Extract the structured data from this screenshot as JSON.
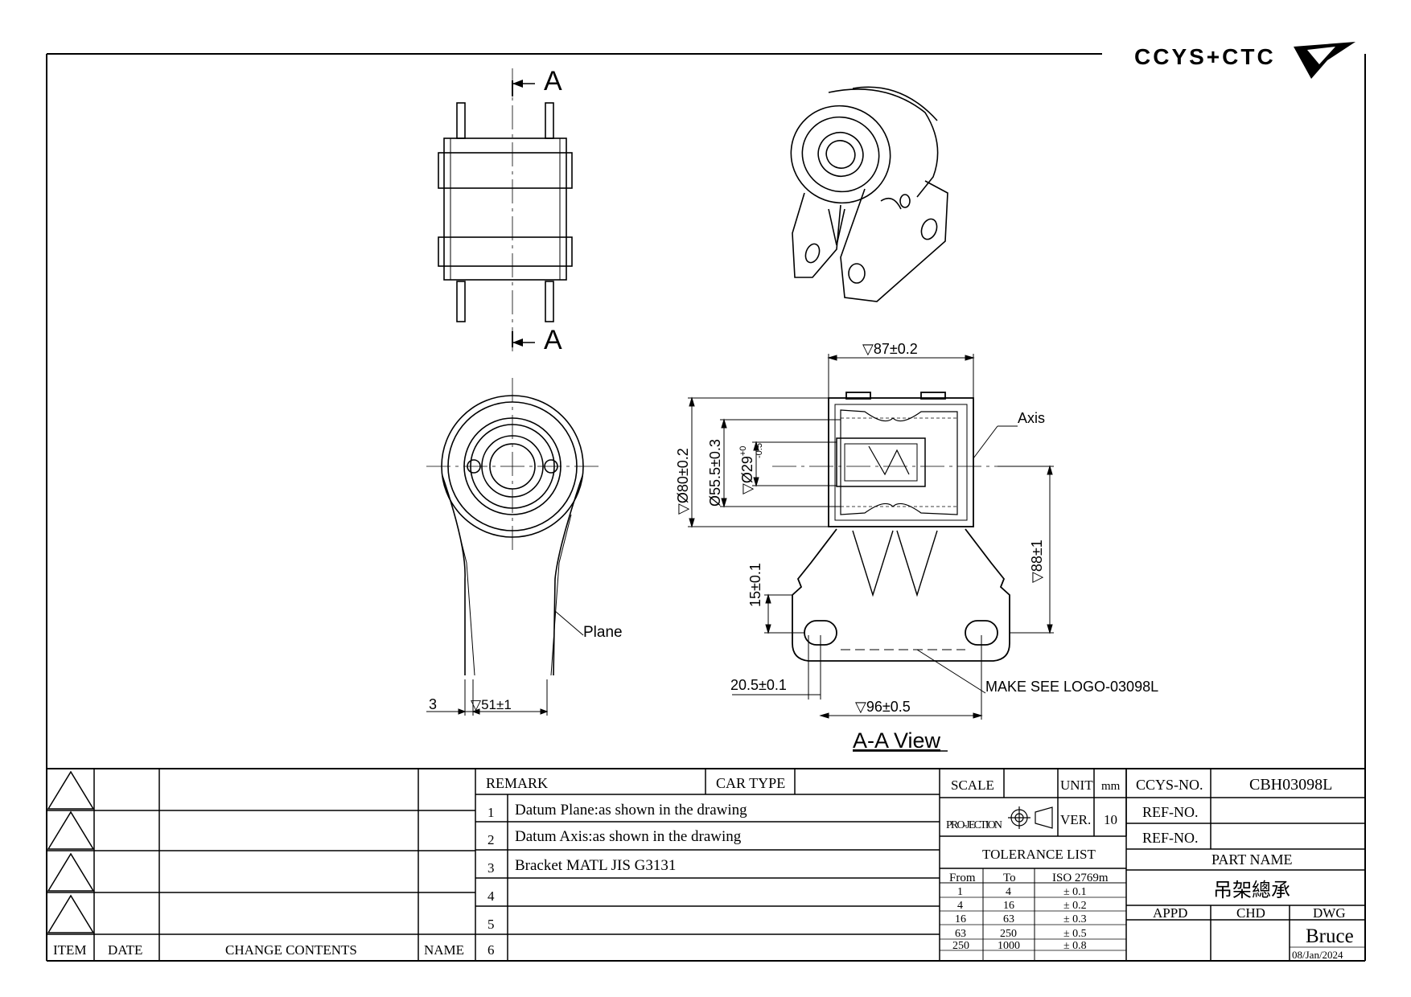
{
  "logo": {
    "text": "CCYS+CTC"
  },
  "section_marks": {
    "top": "A",
    "bottom": "A"
  },
  "view_title": "A-A View",
  "dimensions": {
    "width_87": "87±0.2",
    "dia_80": "Ø80±0.2",
    "dia_55": "Ø55.5±0.3",
    "dia_29": "Ø29",
    "dia_29_tol_upper": "+0",
    "dia_29_tol_lower": "-0.5",
    "height_88": "88±1",
    "height_15": "15±0.1",
    "offset_20": "20.5±0.1",
    "span_96": "96±0.5",
    "thick_3": "3",
    "width_51": "51±1"
  },
  "callouts": {
    "axis": "Axis",
    "plane": "Plane",
    "make_see": "MAKE SEE LOGO-03098L"
  },
  "revision_table": {
    "headers": {
      "item": "ITEM",
      "date": "DATE",
      "change": "CHANGE CONTENTS",
      "name": "NAME"
    }
  },
  "remarks": {
    "header": "REMARK",
    "car_type_label": "CAR TYPE",
    "car_type_value": "",
    "items": [
      {
        "no": "1",
        "text": "Datum Plane:as shown in the drawing"
      },
      {
        "no": "2",
        "text": "Datum Axis:as shown in the drawing"
      },
      {
        "no": "3",
        "text": "Bracket MATL JIS G3131"
      },
      {
        "no": "4",
        "text": ""
      },
      {
        "no": "5",
        "text": ""
      },
      {
        "no": "6",
        "text": ""
      }
    ]
  },
  "scale_block": {
    "scale_label": "SCALE",
    "scale_value": "",
    "unit_label": "UNIT",
    "unit_value": "mm",
    "projection_label": "PRO-JECTION",
    "ver_label": "VER.",
    "ver_value": "10"
  },
  "tolerance": {
    "title": "TOLERANCE LIST",
    "headers": [
      "From",
      "To",
      "ISO 2769m"
    ],
    "rows": [
      [
        "1",
        "4",
        "± 0.1"
      ],
      [
        "4",
        "16",
        "± 0.2"
      ],
      [
        "16",
        "63",
        "± 0.3"
      ],
      [
        "63",
        "250",
        "± 0.5"
      ],
      [
        "250",
        "1000",
        "± 0.8"
      ]
    ]
  },
  "part_info": {
    "ccys_no_label": "CCYS-NO.",
    "ccys_no_value": "CBH03098L",
    "ref_no_label": "REF-NO.",
    "ref_no_1": "",
    "ref_no_2": "",
    "part_name_label": "PART NAME",
    "part_name_value": "吊架總承",
    "appd_label": "APPD",
    "chd_label": "CHD",
    "dwg_label": "DWG",
    "drawn_by": "Bruce",
    "date": "08/Jan/2024"
  }
}
